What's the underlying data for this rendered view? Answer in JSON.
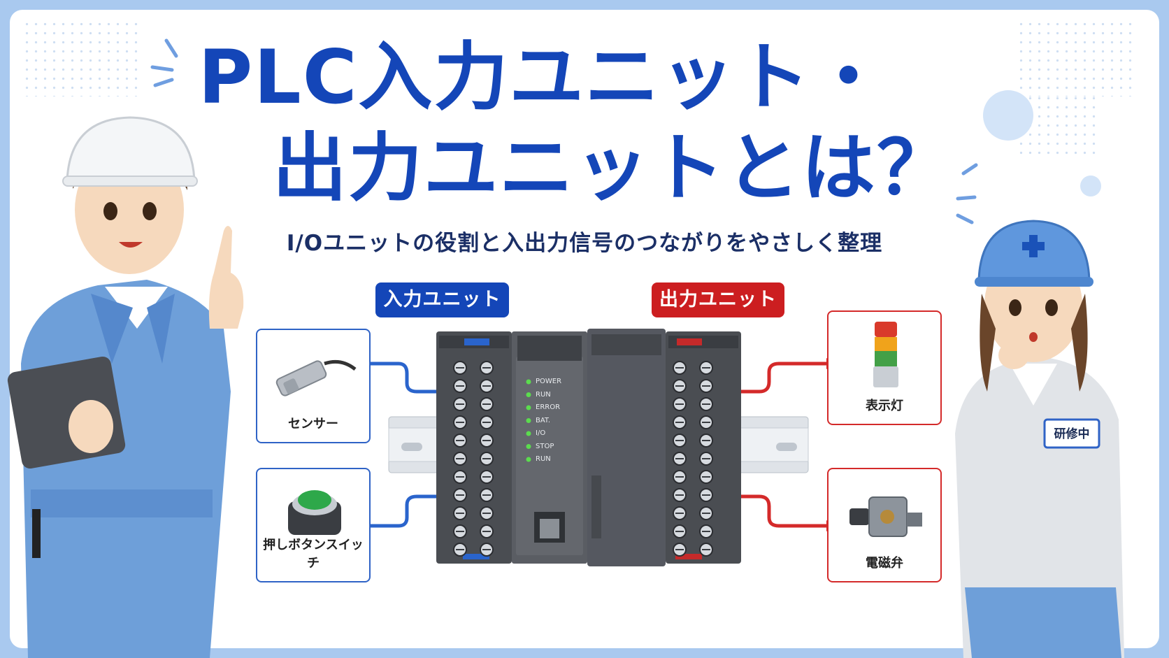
{
  "title": {
    "line1": "PLC入力ユニット・",
    "line2": "出力ユニットとは？"
  },
  "subtitle": "I/Oユニットの役割と入出力信号のつながりをやさしく整理",
  "tags": {
    "input": "入力ユニット",
    "output": "出力ユニット"
  },
  "inputs": [
    {
      "label": "センサー",
      "icon": "sensor-icon"
    },
    {
      "label": "押しボタンスイッチ",
      "icon": "push-button-icon"
    }
  ],
  "outputs": [
    {
      "label": "表示灯",
      "icon": "signal-tower-icon"
    },
    {
      "label": "電磁弁",
      "icon": "solenoid-valve-icon"
    }
  ],
  "plc_leds": [
    "POWER",
    "RUN",
    "ERROR",
    "BAT.",
    "I/O",
    "STOP",
    "RUN"
  ],
  "badge": "研修中",
  "colors": {
    "title": "#1446b8",
    "input_accent": "#1446b8",
    "output_accent": "#cc1e20",
    "background": "#a9c9ef"
  }
}
